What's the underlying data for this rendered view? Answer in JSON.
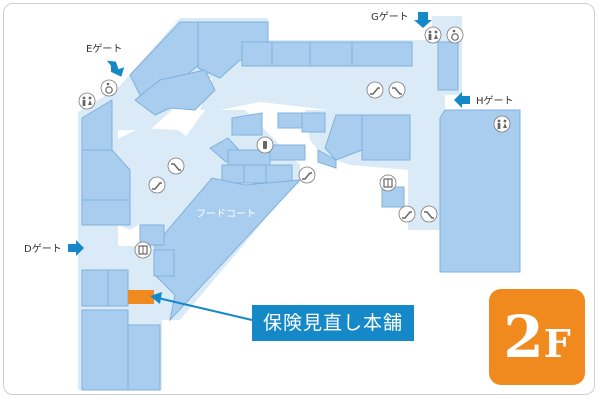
{
  "map": {
    "colors": {
      "corridor": "#dbeaf7",
      "shop": "#a9cdee",
      "shop_stroke": "#7fb1de",
      "highlight": "#f08a1f",
      "arrow": "#1589c8",
      "icon_bg": "#ffffff",
      "icon_fg": "#666666"
    },
    "gates": {
      "g": "Gゲート",
      "e": "Eゲート",
      "h": "Hゲート",
      "d": "Dゲート"
    },
    "food_court_label": "フードコート",
    "highlight_label": "保険見直し本舗",
    "floor_number": "2",
    "floor_letter": "F",
    "icons": {
      "restroom": "restroom-icon",
      "wheelchair": "wheelchair-icon",
      "escalator": "escalator-icon",
      "elevator": "elevator-icon",
      "baby": "baby-room-icon"
    }
  }
}
